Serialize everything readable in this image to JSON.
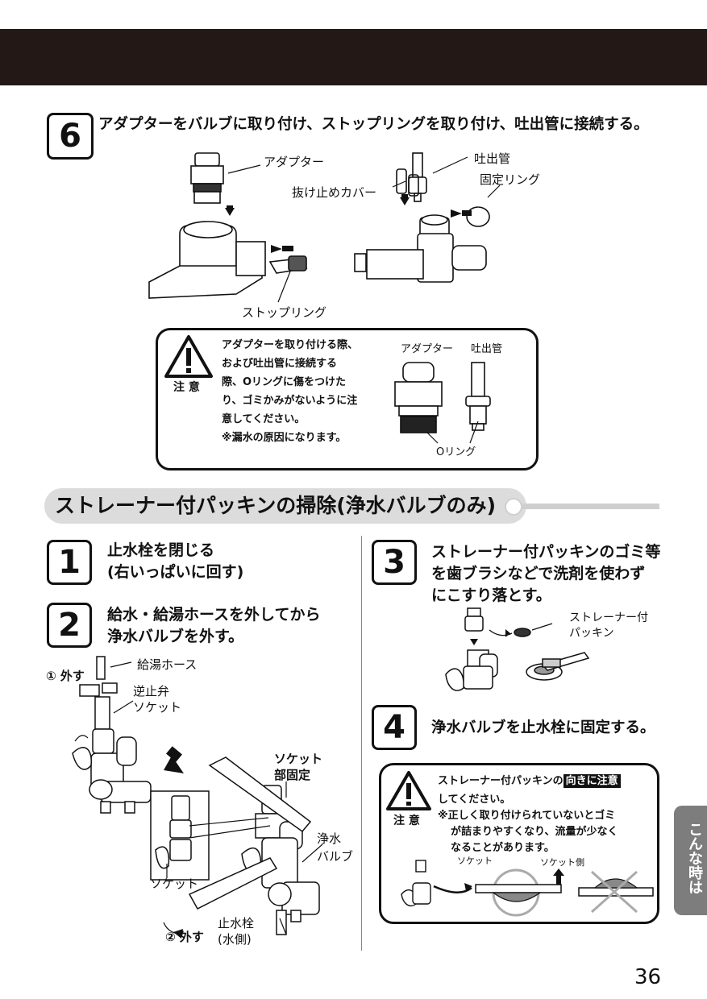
{
  "step6": {
    "number": "6",
    "title": "アダプターをバルブに取り付け、ストップリングを取り付け、吐出管に接続する。",
    "labels": {
      "adapter": "アダプター",
      "spout": "吐出管",
      "retain_cover": "抜け止めカバー",
      "fix_ring": "固定リング",
      "stop_ring": "ストップリング"
    },
    "caution": {
      "heading": "注 意",
      "lines": [
        "アダプターを取り付ける際、",
        "および吐出管に接続する",
        "際、Oリングに傷をつけた",
        "り、ゴミかみがないように注",
        "意してください。",
        "※漏水の原因になります。"
      ],
      "adapter_label": "アダプター",
      "spout_label": "吐出管",
      "oring_label": "Oリング"
    }
  },
  "section": {
    "title": "ストレーナー付パッキンの掃除(浄水バルブのみ)"
  },
  "step1": {
    "number": "1",
    "lines": [
      "止水栓を閉じる",
      "(右いっぱいに回す)"
    ]
  },
  "step2": {
    "number": "2",
    "lines": [
      "給水・給湯ホースを外してから",
      "浄水バルブを外す。"
    ],
    "labels": {
      "remove1": "① 外す",
      "hot_hose": "給湯ホース",
      "check_valve_l1": "逆止弁",
      "check_valve_l2": "ソケット",
      "socket_fix_l1": "ソケット",
      "socket_fix_l2": "部固定",
      "purify_l1": "浄水",
      "purify_l2": "バルブ",
      "socket": "ソケット",
      "remove2": "② 外す",
      "stopcock_l1": "止水栓",
      "stopcock_l2": "(水側)"
    }
  },
  "step3": {
    "number": "3",
    "lines": [
      "ストレーナー付パッキンのゴミ等",
      "を歯ブラシなどで洗剤を使わず",
      "にこすり落とす。"
    ],
    "labels": {
      "packing_l1": "ストレーナー付",
      "packing_l2": "パッキン"
    }
  },
  "step4": {
    "number": "4",
    "line": "浄水バルブを止水栓に固定する。",
    "caution": {
      "heading": "注 意",
      "line1_pre": "ストレーナー付パッキンの",
      "line1_highlight": "向きに注意",
      "line2": "してください。",
      "note_lines": [
        "※正しく取り付けられていないとゴミ",
        "が詰まりやすくなり、流量が少なく",
        "なることがあります。"
      ],
      "socket_label": "ソケット",
      "socket_side_label": "ソケット側"
    }
  },
  "side_tab": "こんな時は",
  "page_number": "36"
}
